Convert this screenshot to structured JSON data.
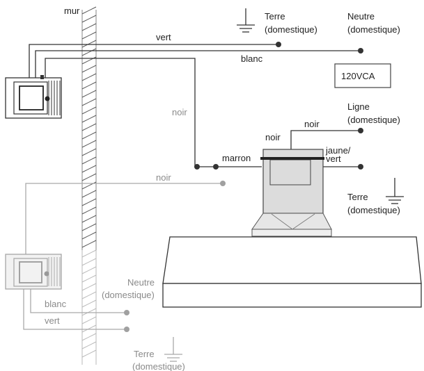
{
  "labels": {
    "mur": "mur",
    "vert_top": "vert",
    "terre_top_l1": "Terre",
    "terre_top_l2": "(domestique)",
    "neutre_top_l1": "Neutre",
    "neutre_top_l2": "(domestique)",
    "blanc_top": "blanc",
    "voltage": "120VCA",
    "noir_left": "noir",
    "ligne_l1": "Ligne",
    "ligne_l2": "(domestique)",
    "noir_upper": "noir",
    "noir_motor": "noir",
    "marron": "marron",
    "jaune_vert_l1": "jaune/",
    "jaune_vert_l2": "vert",
    "terre_right_l1": "Terre",
    "terre_right_l2": "(domestique)",
    "noir_mid": "noir",
    "neutre_bottom_l1": "Neutre",
    "neutre_bottom_l2": "(domestique)",
    "blanc_bottom": "blanc",
    "vert_bottom": "vert",
    "terre_bottom_l1": "Terre",
    "terre_bottom_l2": "(domestique)"
  }
}
